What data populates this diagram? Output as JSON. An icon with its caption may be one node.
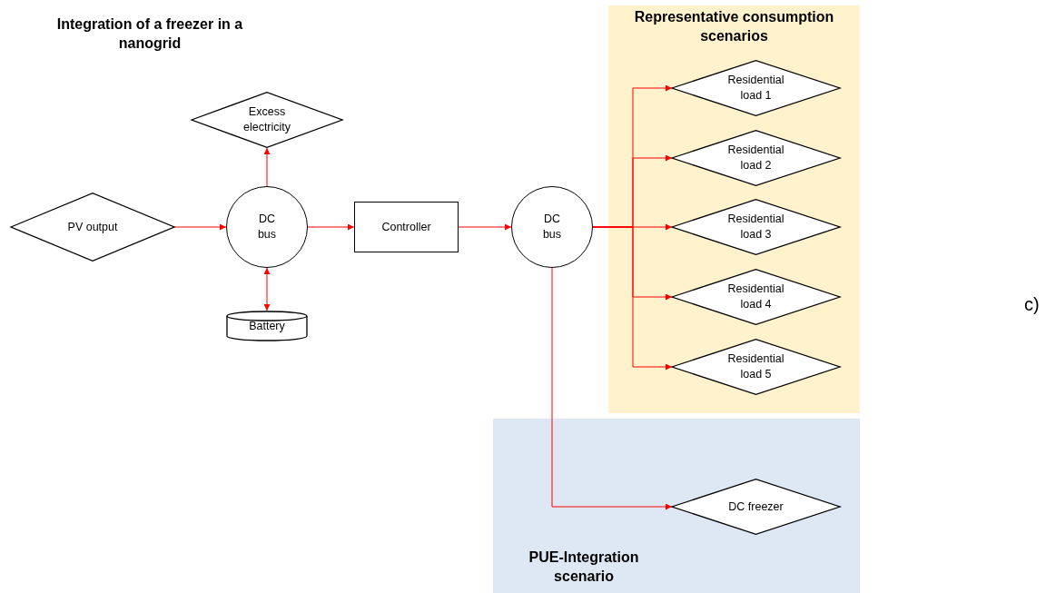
{
  "diagram": {
    "title": "Integration of a freezer in a nanogrid",
    "nodes": [
      {
        "text": [
          "Representative consumption scenarios"
        ]
      },
      {
        "text": [
          "Excess electricity"
        ]
      },
      {
        "text": [
          "PV output"
        ]
      },
      {
        "text": [
          "DC bus"
        ]
      },
      {
        "text": [
          "Controller"
        ]
      },
      {
        "text": [
          "DC bus"
        ]
      },
      {
        "text": [
          "Residential load 1"
        ],
        "in": 0
      },
      {
        "text": [
          "Residential load 2"
        ],
        "in": 0
      },
      {
        "text": [
          "Residential load 3"
        ],
        "in": 0
      },
      {
        "text": [
          "Residential load 4"
        ],
        "in": 0
      },
      {
        "text": [
          "Residential load 5"
        ],
        "in": 0
      },
      {
        "text": [
          "Battery"
        ]
      },
      {
        "text": [
          "PUE-Integration scenario"
        ]
      },
      {
        "text": [
          "DC freezer"
        ],
        "in": 12
      }
    ],
    "edges": [
      {
        "from": 2,
        "to": 3,
        "arrow": "to"
      },
      {
        "from": 3,
        "to": 1,
        "arrow": "to"
      },
      {
        "from": 3,
        "to": 11,
        "arrow": "both"
      },
      {
        "from": 3,
        "to": 4,
        "arrow": "to"
      },
      {
        "from": 4,
        "to": 5,
        "arrow": "to"
      },
      {
        "from": 5,
        "to": 6,
        "arrow": "to"
      },
      {
        "from": 5,
        "to": 7,
        "arrow": "to"
      },
      {
        "from": 5,
        "to": 8,
        "arrow": "to"
      },
      {
        "from": 5,
        "to": 9,
        "arrow": "to"
      },
      {
        "from": 5,
        "to": 10,
        "arrow": "to"
      },
      {
        "from": 5,
        "to": 13,
        "arrow": "to"
      }
    ],
    "labels": [
      "c)"
    ]
  }
}
